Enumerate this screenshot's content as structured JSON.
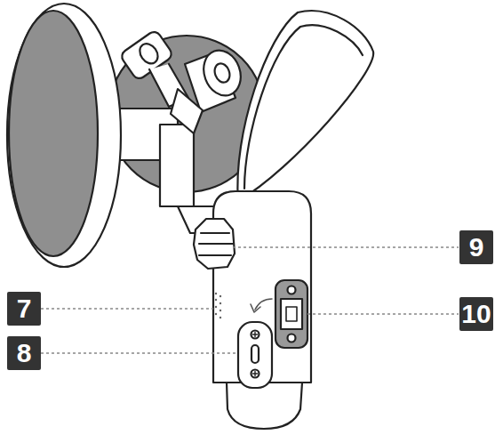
{
  "diagram": {
    "labels": [
      "9",
      "7",
      "10",
      "8"
    ]
  }
}
